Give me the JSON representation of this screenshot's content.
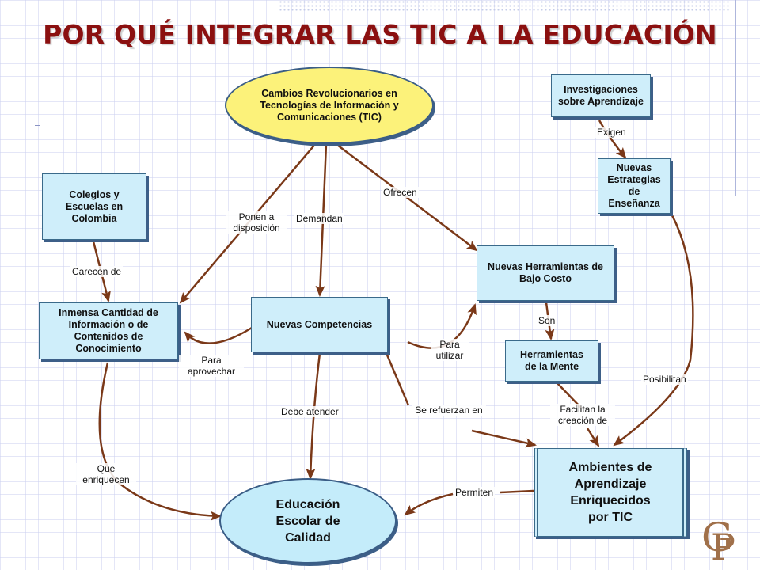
{
  "title": "POR QUÉ INTEGRAR LAS TIC A LA EDUCACIÓN",
  "colors": {
    "title": "#8b1010",
    "arrow": "#7a3818",
    "node_fill": "#cfeefa",
    "ellipse_top_fill": "#fcf27a",
    "ellipse_bottom_fill": "#c4ecfa",
    "shadow": "#3d5f88"
  },
  "nodes": {
    "cambios": "Cambios Revolucionarios en Tecnologías de Información y Comunicaciones (TIC)",
    "investigaciones": "Investigaciones sobre Aprendizaje",
    "nuevas_estrategias": "Nuevas Estrategias de Enseñanza",
    "colegios": "Colegios y Escuelas en Colombia",
    "inmensa": "Inmensa Cantidad de Información o de Contenidos de Conocimiento",
    "nuevas_competencias": "Nuevas Competencias",
    "nuevas_herramientas": "Nuevas Herramientas de Bajo Costo",
    "herramientas_mente": "Herramientas de la Mente",
    "ambientes": "Ambientes de Aprendizaje Enriquecidos por TIC",
    "educacion": "Educación Escolar de Calidad"
  },
  "links": {
    "exigen": "Exigen",
    "ofrecen": "Ofrecen",
    "ponen": "Ponen a disposición",
    "demandan": "Demandan",
    "carecen": "Carecen de",
    "son": "Son",
    "para_utilizar": "Para utilizar",
    "para_aprovechar": "Para aprovechar",
    "posibilitan": "Posibilitan",
    "debe_atender": "Debe atender",
    "se_refuerzan": "Se refuerzan en",
    "facilitan": "Facilitan la creación de",
    "que_enriquecen": "Que enriquecen",
    "permiten": "Permiten"
  },
  "icons": {
    "logo": "gp-monogram-logo"
  }
}
